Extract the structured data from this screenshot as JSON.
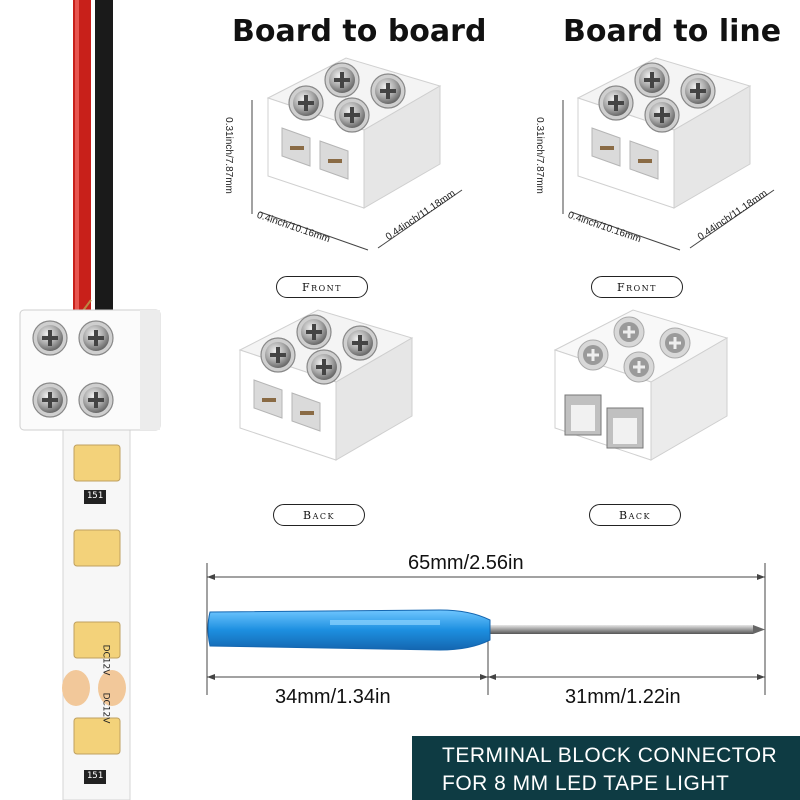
{
  "headings": {
    "board_to_board": "Board to board",
    "board_to_line": "Board to line"
  },
  "dimensions": {
    "height": "0.31inch/7.87mm",
    "width": "0.4inch/10.16mm",
    "depth": "0.44inch/11.18mm"
  },
  "views": {
    "front": "Front",
    "back": "Back"
  },
  "screwdriver": {
    "total": "65mm/2.56in",
    "handle": "34mm/1.34in",
    "shaft": "31mm/1.22in"
  },
  "strip": {
    "voltage": "DC12V",
    "resistor": "151"
  },
  "banner": {
    "line1": "TERMINAL BLOCK CONNECTOR",
    "line2": "FOR  8  MM LED TAPE LIGHT"
  },
  "colors": {
    "banner_bg": "#0e3b43",
    "handle_blue": "#2aa0e6",
    "wire_red": "#c8201a",
    "led_yellow": "#f3d27a"
  }
}
